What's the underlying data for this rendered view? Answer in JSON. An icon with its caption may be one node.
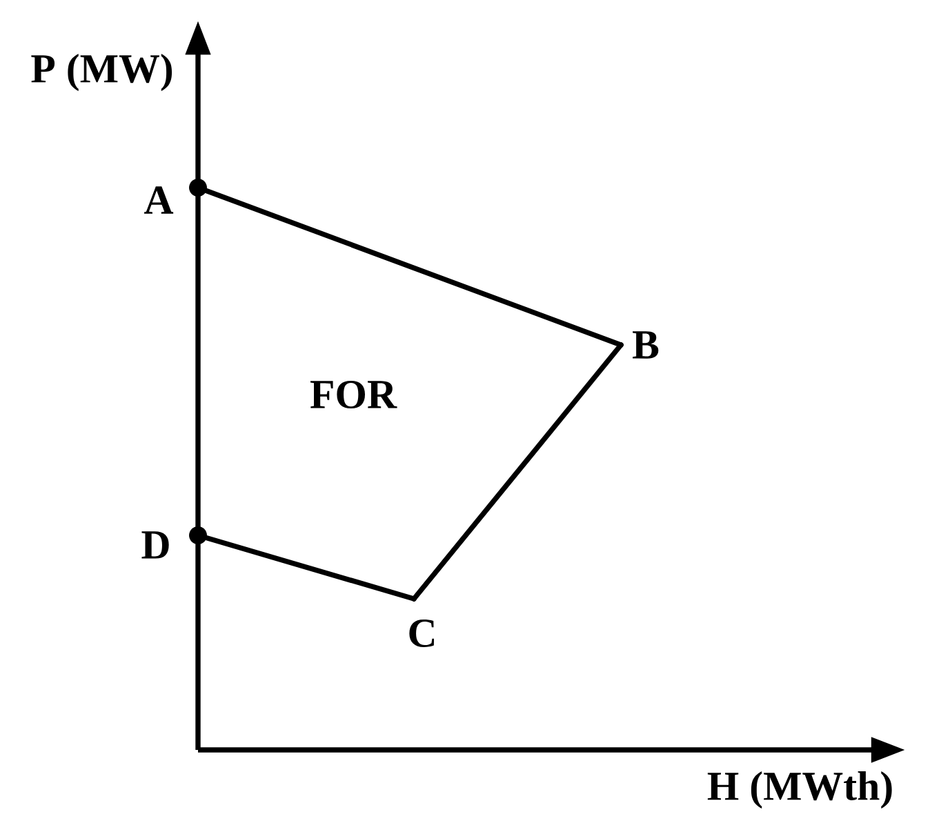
{
  "diagram": {
    "nodes": [
      {
        "text": [],
        "shape": "circle",
        "beside": [
          "A"
        ]
      },
      {
        "text": [],
        "shape": "point",
        "beside": [
          "B"
        ]
      },
      {
        "text": [],
        "shape": "point",
        "beside": [
          "C"
        ]
      },
      {
        "text": [],
        "shape": "circle",
        "beside": [
          "D"
        ]
      }
    ],
    "edges": [
      {
        "from": 0,
        "to": 1,
        "arrow": "none"
      },
      {
        "from": 1,
        "to": 2,
        "arrow": "none"
      },
      {
        "from": 2,
        "to": 3,
        "arrow": "none"
      }
    ],
    "labels": [
      "P (MW)",
      "FOR",
      "H (MWth)"
    ]
  }
}
